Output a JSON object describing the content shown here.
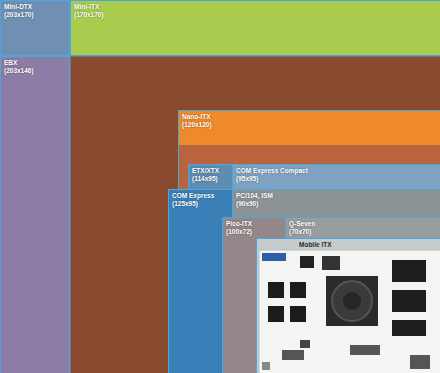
{
  "diagram": {
    "nodes": [
      {
        "text": [
          "Mini-DTX",
          "(203x170)"
        ]
      },
      {
        "text": [
          "Mini-ITX",
          "(170x170)"
        ]
      },
      {
        "text": [
          "EBX",
          "(203x146)"
        ]
      },
      {
        "text": [
          "Nano-ITX",
          "(120x120)"
        ]
      },
      {
        "text": [
          "ETX/XTX",
          "(114x95)"
        ]
      },
      {
        "text": [
          "COM Express Compact",
          "(95x95)"
        ]
      },
      {
        "text": [
          "COM Express",
          "(125x95)"
        ]
      },
      {
        "text": [
          "PC/104, ISM",
          "(90x90)"
        ]
      },
      {
        "text": [
          "Pico-ITX",
          "(100x72)"
        ]
      },
      {
        "text": [
          "Q-Seven",
          "(70x70)"
        ]
      },
      {
        "text": [
          "Mobile ITX"
        ]
      }
    ]
  }
}
